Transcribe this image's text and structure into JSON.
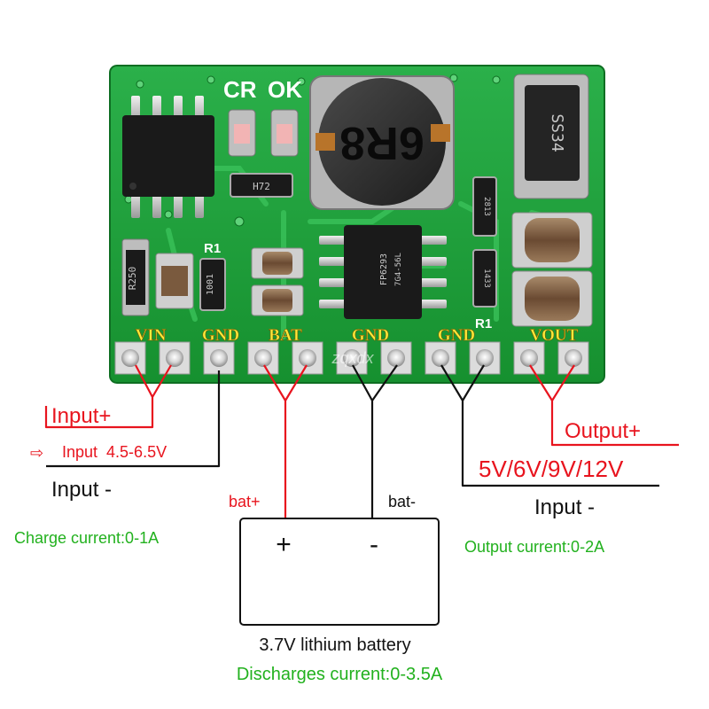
{
  "board": {
    "silkscreen_cr": "CR",
    "silkscreen_ok": "OK",
    "inductor_marking": "6R8",
    "diode_marking": "SS34",
    "resistor_r250": "R250",
    "resistor_1001": "1001",
    "resistor_h72": "H72",
    "resistor_1433": "1433",
    "resistor_2813": "2813",
    "r1_label_left": "R1",
    "r1_label_right": "R1",
    "chip_left_marking": "",
    "chip_right_marking_1": "FP6293",
    "chip_right_marking_2": "7G4-56L",
    "watermark": "zqxdx",
    "colors": {
      "pcb": "#1fa03a",
      "pin_label": "#ffea3a",
      "pad": "#d8d8d8"
    }
  },
  "pins": {
    "vin": "VIN",
    "gnd1": "GND",
    "bat": "BAT",
    "gnd2": "GND",
    "gnd3": "GND",
    "vout": "VOUT"
  },
  "annotations": {
    "input_plus": "Input+",
    "input_range": "Input  4.5-6.5V",
    "input_range_arrow": "⇨",
    "input_minus_left": "Input -",
    "bat_plus": "bat+",
    "bat_minus": "bat-",
    "charge_current": "Charge current:0-1A",
    "output_plus": "Output+",
    "output_voltages": "5V/6V/9V/12V",
    "input_minus_right": "Input -",
    "output_current": "Output current:0-2A",
    "battery_plus_symbol": "+",
    "battery_minus_symbol": "-",
    "battery_name": "3.7V lithium battery",
    "discharge_current": "Discharges current:0-3.5A",
    "colors": {
      "red": "#e8141e",
      "green": "#22b11e",
      "black": "#111111"
    }
  }
}
